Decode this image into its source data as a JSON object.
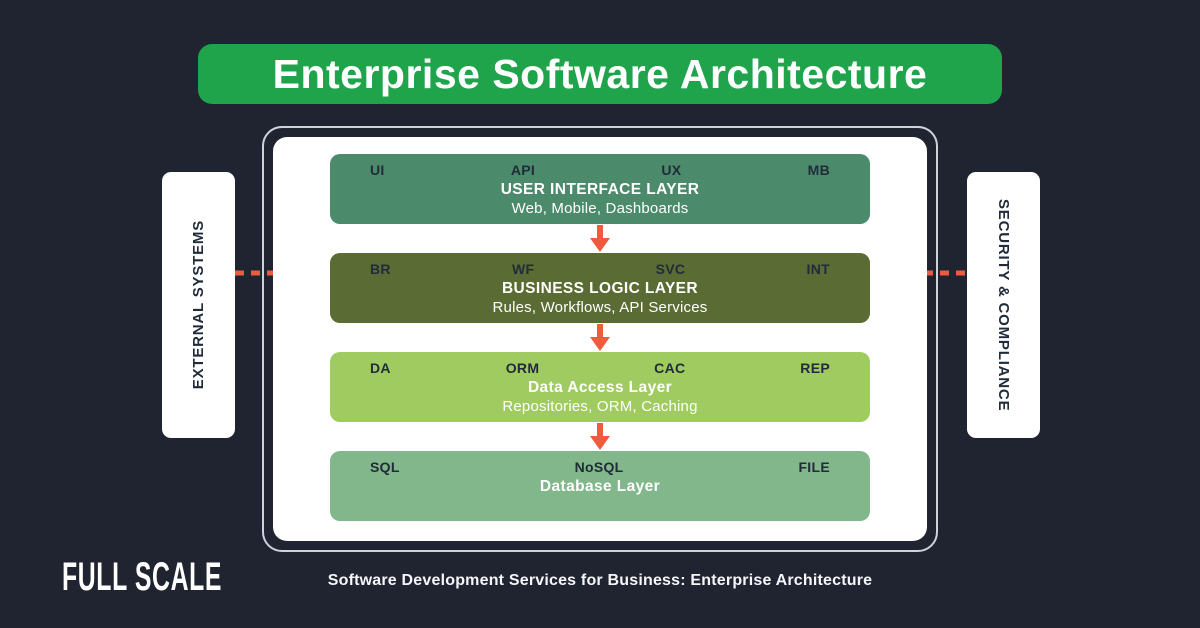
{
  "banner": {
    "title": "Enterprise Software Architecture"
  },
  "colors": {
    "background": "#1F2430",
    "banner_green": "#1FA44B",
    "accent_arrow": "#EE5B3F",
    "container_border": "#CDD3DA",
    "dark_text": "#212B3A",
    "layer_ui": "#4B8A6B",
    "layer_business": "#5A6C33",
    "layer_data_access": "#9FCB61",
    "layer_database": "#81B78A"
  },
  "diagram": {
    "layers": [
      {
        "tags": [
          "UI",
          "API",
          "UX",
          "MB"
        ],
        "title": "USER INTERFACE LAYER",
        "subtitle": "Web, Mobile, Dashboards"
      },
      {
        "tags": [
          "BR",
          "WF",
          "SVC",
          "INT"
        ],
        "title": "BUSINESS LOGIC LAYER",
        "subtitle": "Rules, Workflows, API Services"
      },
      {
        "tags": [
          "DA",
          "ORM",
          "CAC",
          "REP"
        ],
        "title": "Data Access Layer",
        "subtitle": "Repositories, ORM, Caching"
      },
      {
        "tags": [
          "SQL",
          "NoSQL",
          "FILE"
        ],
        "title": "Database Layer",
        "subtitle": ""
      }
    ],
    "side_left": "EXTERNAL SYSTEMS",
    "side_right": "SECURITY & COMPLIANCE"
  },
  "footer": {
    "logo": "FULL SCALE",
    "caption": "Software Development Services for Business: Enterprise Architecture"
  }
}
